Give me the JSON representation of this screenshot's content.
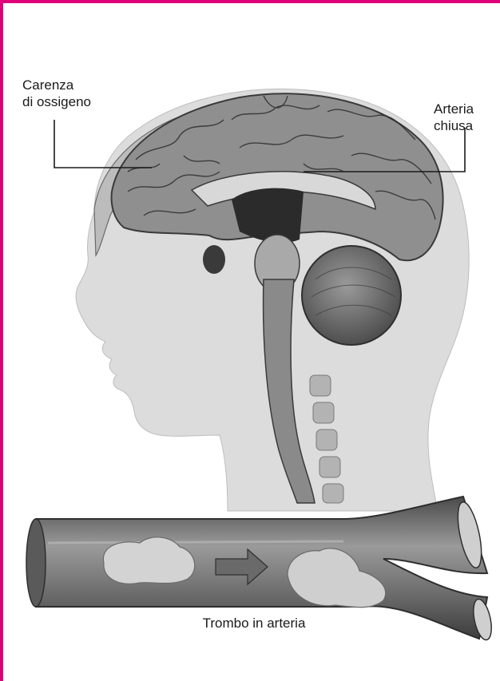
{
  "labels": {
    "oxygen_lack_line1": "Carenza",
    "oxygen_lack_line2": "di ossigeno",
    "blocked_artery_line1": "Arteria",
    "blocked_artery_line2": "chiusa",
    "thrombus": "Trombo in arteria"
  },
  "colors": {
    "frame": "#e0007a",
    "skin": "#dcdcdc",
    "brain": "#8f8f8f",
    "artery": "#7a7a7a"
  }
}
